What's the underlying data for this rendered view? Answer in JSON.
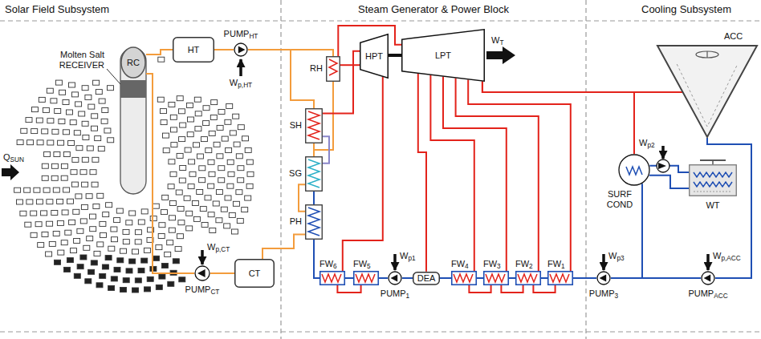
{
  "diagram": {
    "nodes": [
      {
        "text": [
          "RC"
        ]
      },
      {
        "text": [
          "HT"
        ]
      },
      {
        "text": [
          "PUMPHT"
        ]
      },
      {
        "text": [
          "CT"
        ]
      },
      {
        "text": [
          "PUMPCT"
        ]
      },
      {
        "text": [
          "RH"
        ]
      },
      {
        "text": [
          "SH"
        ]
      },
      {
        "text": [
          "SG"
        ]
      },
      {
        "text": [
          "PH"
        ]
      },
      {
        "text": [
          "HPT"
        ]
      },
      {
        "text": [
          "LPT"
        ]
      },
      {
        "text": [
          "FW6"
        ]
      },
      {
        "text": [
          "FW5"
        ]
      },
      {
        "text": [
          "PUMP1"
        ]
      },
      {
        "text": [
          "DEA"
        ]
      },
      {
        "text": [
          "FW4"
        ]
      },
      {
        "text": [
          "FW3"
        ]
      },
      {
        "text": [
          "FW2"
        ]
      },
      {
        "text": [
          "FW1"
        ]
      },
      {
        "text": [
          "ACC"
        ]
      },
      {
        "text": [
          "SURF COND"
        ]
      },
      {
        "text": [
          "WT"
        ]
      },
      {
        "text": [
          "PUMP3"
        ]
      },
      {
        "text": [
          "PUMPACC"
        ]
      }
    ],
    "edges": [
      {
        "from": 0,
        "to": 1,
        "arrow": "none"
      },
      {
        "from": 1,
        "to": 2,
        "arrow": "none"
      },
      {
        "from": 2,
        "to": 6,
        "arrow": "none"
      },
      {
        "from": 2,
        "to": 5,
        "arrow": "none"
      },
      {
        "from": 5,
        "to": 7,
        "arrow": "none"
      },
      {
        "from": 6,
        "to": 7,
        "arrow": "none"
      },
      {
        "from": 7,
        "to": 8,
        "arrow": "none"
      },
      {
        "from": 8,
        "to": 3,
        "arrow": "none"
      },
      {
        "from": 3,
        "to": 4,
        "arrow": "none"
      },
      {
        "from": 4,
        "to": 0,
        "arrow": "none"
      },
      {
        "from": 6,
        "to": 9,
        "arrow": "none"
      },
      {
        "from": 9,
        "to": 5,
        "arrow": "none"
      },
      {
        "from": 5,
        "to": 10,
        "arrow": "none"
      },
      {
        "from": 9,
        "to": 11,
        "arrow": "none"
      },
      {
        "from": 10,
        "to": 14,
        "arrow": "none"
      },
      {
        "from": 10,
        "to": 15,
        "arrow": "none"
      },
      {
        "from": 10,
        "to": 16,
        "arrow": "none"
      },
      {
        "from": 10,
        "to": 17,
        "arrow": "none"
      },
      {
        "from": 10,
        "to": 18,
        "arrow": "none"
      },
      {
        "from": 10,
        "to": 19,
        "arrow": "none"
      },
      {
        "from": 10,
        "to": 20,
        "arrow": "none"
      },
      {
        "from": 11,
        "to": 8,
        "arrow": "none"
      },
      {
        "from": 8,
        "to": 7,
        "arrow": "none"
      },
      {
        "from": 7,
        "to": 6,
        "arrow": "none"
      },
      {
        "from": 12,
        "to": 11,
        "arrow": "none"
      },
      {
        "from": 13,
        "to": 12,
        "arrow": "none"
      },
      {
        "from": 14,
        "to": 13,
        "arrow": "none"
      },
      {
        "from": 15,
        "to": 14,
        "arrow": "none"
      },
      {
        "from": 16,
        "to": 15,
        "arrow": "none"
      },
      {
        "from": 17,
        "to": 16,
        "arrow": "none"
      },
      {
        "from": 18,
        "to": 17,
        "arrow": "none"
      },
      {
        "from": 22,
        "to": 18,
        "arrow": "none"
      },
      {
        "from": 20,
        "to": 22,
        "arrow": "none"
      },
      {
        "from": 23,
        "to": 22,
        "arrow": "none"
      },
      {
        "from": 19,
        "to": 23,
        "arrow": "none"
      },
      {
        "from": 20,
        "to": 21,
        "arrow": "none"
      },
      {
        "from": 21,
        "to": 20,
        "arrow": "none"
      },
      {
        "from": 11,
        "to": 12,
        "arrow": "none"
      },
      {
        "from": 15,
        "to": 16,
        "arrow": "none"
      },
      {
        "from": 16,
        "to": 17,
        "arrow": "none"
      },
      {
        "from": 17,
        "to": 18,
        "arrow": "none"
      }
    ],
    "labels": [
      "Solar Field Subsystem",
      "Steam Generator & Power Block",
      "Cooling Subsystem",
      "Molten Salt RECEIVER",
      "QSUN",
      "Wp,HT",
      "Wp,CT",
      "WT",
      "Wp1",
      "Wp2",
      "Wp3",
      "Wp,ACC"
    ]
  }
}
